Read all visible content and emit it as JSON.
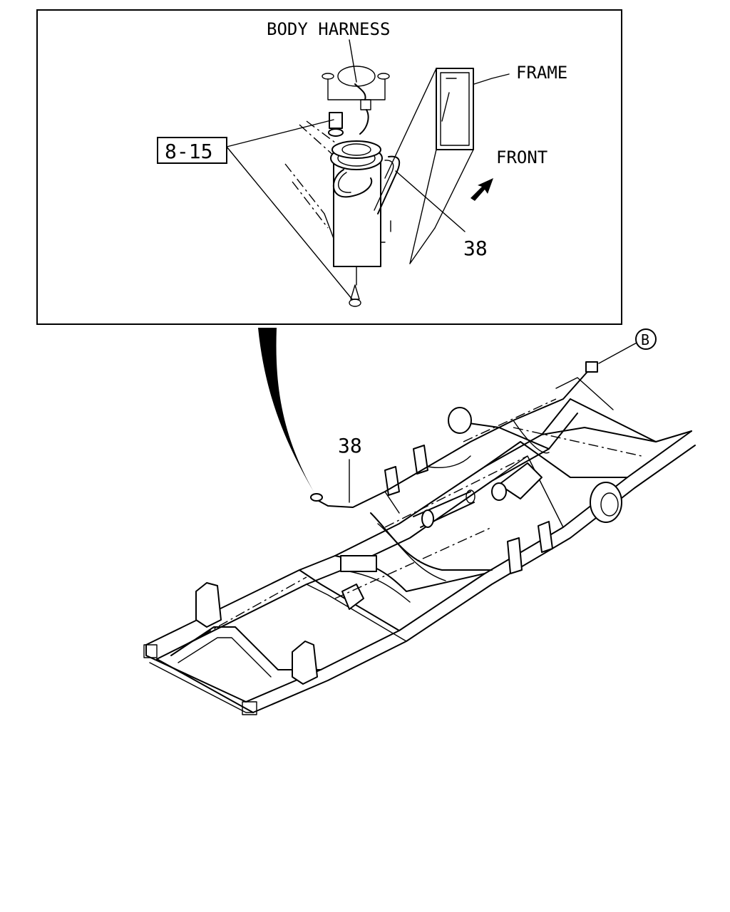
{
  "inset": {
    "body_harness_label": "BODY HARNESS",
    "frame_label": "FRAME",
    "front_label": "FRONT",
    "ref_box_label": "8-15",
    "callout_38": "38"
  },
  "main": {
    "callout_38": "38",
    "callout_b": "B"
  }
}
